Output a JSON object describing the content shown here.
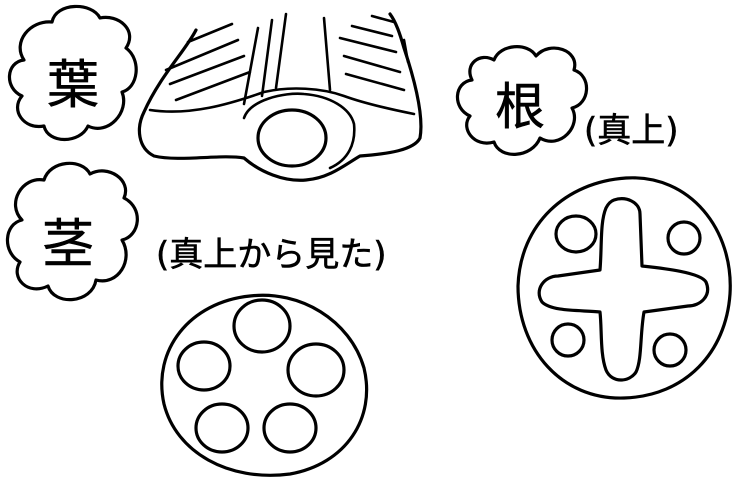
{
  "labels": {
    "leaf": {
      "char": "葉"
    },
    "stem": {
      "char": "茎",
      "note": "(真上から見た)"
    },
    "root": {
      "char": "根",
      "note": "(真上)"
    }
  },
  "colors": {
    "ink": "#000000",
    "background": "#ffffff"
  },
  "icons": {
    "cloud": "cloud-bubble-shape"
  }
}
